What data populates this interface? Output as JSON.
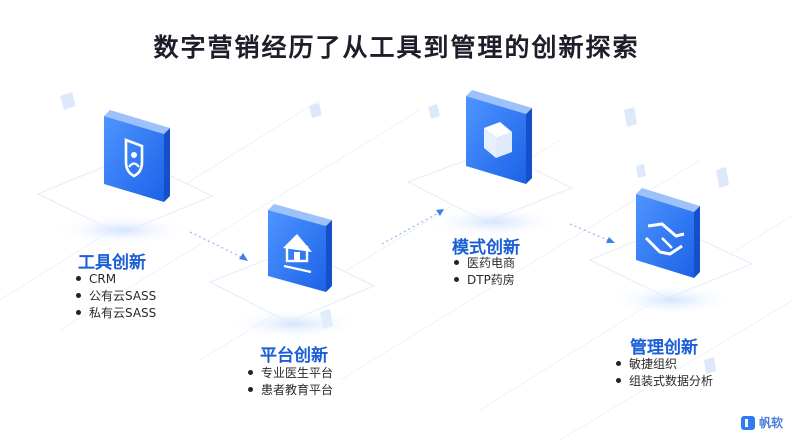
{
  "title": "数字营销经历了从工具到管理的创新探索",
  "stages": [
    {
      "title": "工具创新",
      "icon": "shield-person-icon",
      "items": [
        "CRM",
        "公有云SASS",
        "私有云SASS"
      ]
    },
    {
      "title": "平台创新",
      "icon": "house-icon",
      "items": [
        "专业医生平台",
        "患者教育平台"
      ]
    },
    {
      "title": "模式创新",
      "icon": "box-icon",
      "items": [
        "医药电商",
        "DTP药房"
      ]
    },
    {
      "title": "管理创新",
      "icon": "handshake-icon",
      "items": [
        "敏捷组织",
        "组装式数据分析"
      ]
    }
  ],
  "logo": {
    "text": "帆软"
  },
  "colors": {
    "accent": "#1a5fd6",
    "icon_blue": "#2f7bf2",
    "title": "#1e1e2a"
  }
}
